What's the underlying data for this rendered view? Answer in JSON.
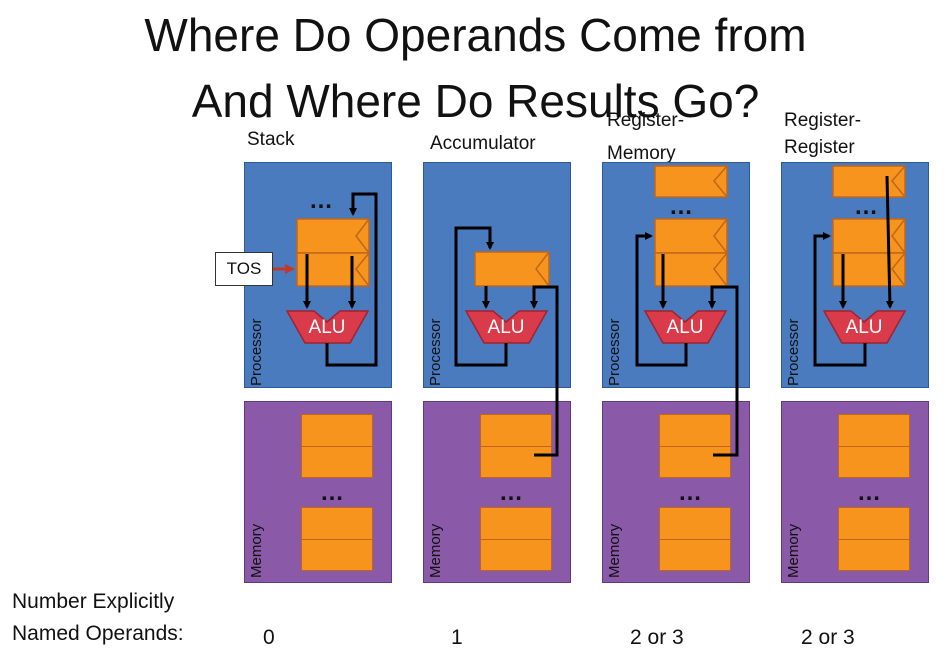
{
  "title_line1": "Where Do Operands Come from",
  "title_line2": "And Where Do Results Go?",
  "architectures": [
    {
      "label": "Stack",
      "operands": "0"
    },
    {
      "label": "Accumulator",
      "operands": "1"
    },
    {
      "label_line1": "Register-",
      "label_line2": "Memory",
      "operands": "2 or 3"
    },
    {
      "label_line1": "Register-",
      "label_line2": "Register",
      "operands": "2 or 3"
    }
  ],
  "processor_label": "Processor",
  "memory_label": "Memory",
  "alu_label": "ALU",
  "tos_label": "TOS",
  "ellipsis": "…",
  "operands_label_line1": "Number Explicitly",
  "operands_label_line2": "Named Operands:",
  "colors": {
    "processor": "#4a7bbf",
    "memory": "#8a5aa8",
    "register": "#f7941e",
    "alu": "#d93b4a",
    "tos_arrow": "#c0392b"
  }
}
